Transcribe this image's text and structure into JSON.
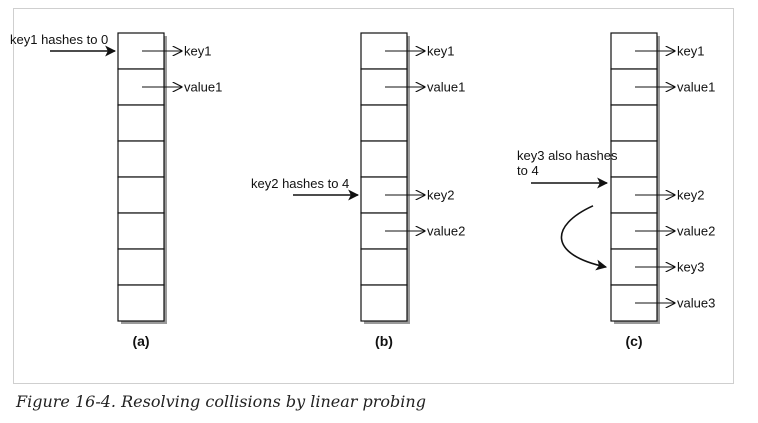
{
  "caption": "Figure 16-4. Resolving collisions by linear probing",
  "panels": [
    {
      "label": "(a)",
      "incoming": [
        "key1 hashes to 0"
      ],
      "incoming_slot": 0,
      "entries": [
        {
          "slot": 0,
          "text": "key1"
        },
        {
          "slot": 1,
          "text": "value1"
        }
      ]
    },
    {
      "label": "(b)",
      "incoming": [
        "key2 hashes to 4"
      ],
      "incoming_slot": 4,
      "entries": [
        {
          "slot": 0,
          "text": "key1"
        },
        {
          "slot": 1,
          "text": "value1"
        },
        {
          "slot": 4,
          "text": "key2"
        },
        {
          "slot": 5,
          "text": "value2"
        }
      ]
    },
    {
      "label": "(c)",
      "incoming": [
        "key3 also hashes",
        "to 4"
      ],
      "incoming_slot": 4,
      "probe": {
        "from_slot": 4,
        "to_slot": 6
      },
      "entries": [
        {
          "slot": 0,
          "text": "key1"
        },
        {
          "slot": 1,
          "text": "value1"
        },
        {
          "slot": 4,
          "text": "key2"
        },
        {
          "slot": 5,
          "text": "value2"
        },
        {
          "slot": 6,
          "text": "key3"
        },
        {
          "slot": 7,
          "text": "value3"
        }
      ]
    }
  ]
}
